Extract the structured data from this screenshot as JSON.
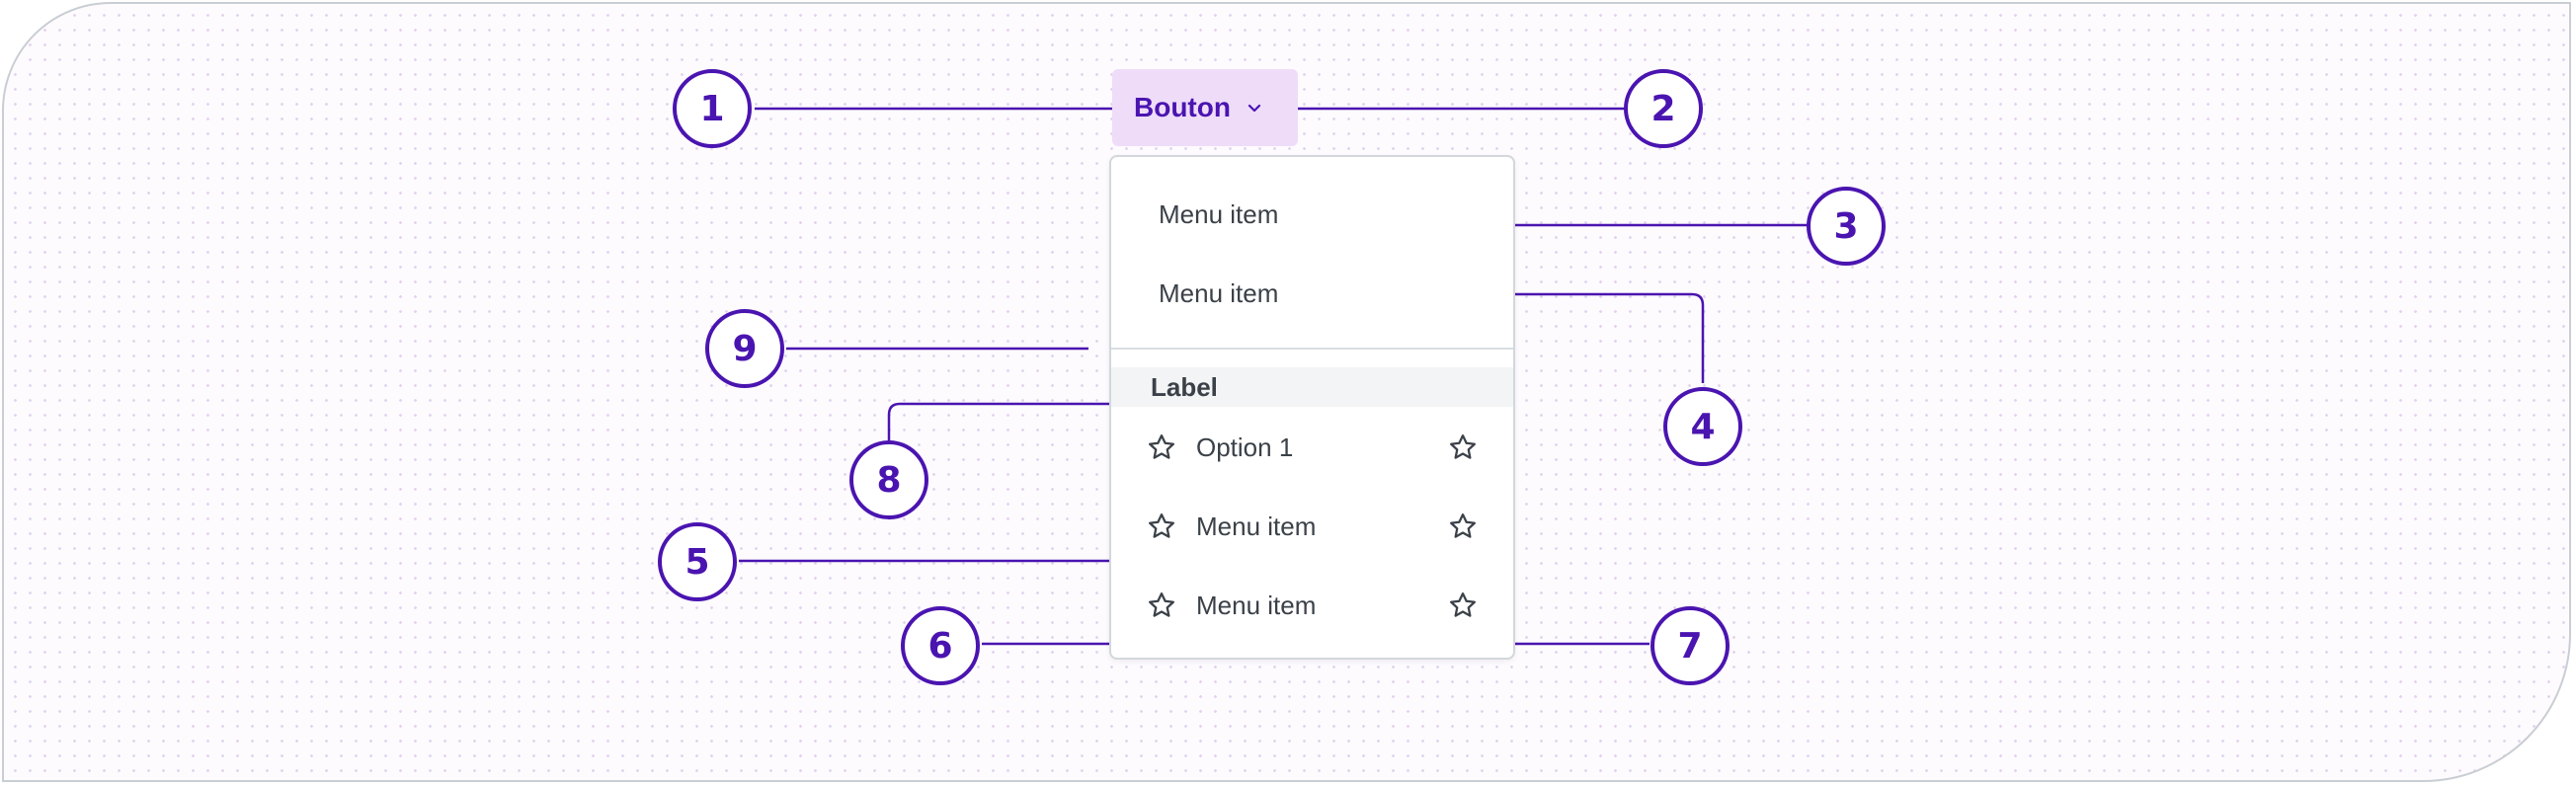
{
  "button": {
    "label": "Bouton",
    "chevron_icon": "chevron-down-icon"
  },
  "menu": {
    "items_top": [
      {
        "label": "Menu item"
      },
      {
        "label": "Menu item"
      }
    ],
    "group_label": "Label",
    "items_icon": [
      {
        "label": "Option 1",
        "leading_icon": "star-outline-icon",
        "trailing_icon": "star-outline-icon"
      },
      {
        "label": "Menu item",
        "leading_icon": "star-outline-icon",
        "trailing_icon": "star-outline-icon"
      },
      {
        "label": "Menu item",
        "leading_icon": "star-outline-icon",
        "trailing_icon": "star-outline-icon"
      }
    ]
  },
  "callouts": [
    "1",
    "2",
    "3",
    "4",
    "5",
    "6",
    "7",
    "8",
    "9"
  ],
  "colors": {
    "accent": "#4a14b0",
    "button_background": "#efdcf9",
    "text": "#3b4148",
    "border": "#d3d7dc",
    "label_background": "#f3f4f5",
    "dot_grid": "#e3d3ee"
  }
}
